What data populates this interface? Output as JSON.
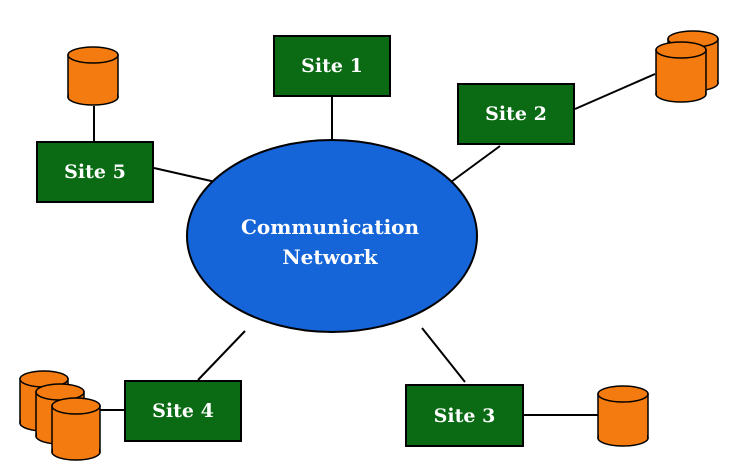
{
  "network": {
    "line1": "Communication",
    "line2": "Network"
  },
  "sites": {
    "site1": "Site 1",
    "site2": "Site 2",
    "site3": "Site 3",
    "site4": "Site 4",
    "site5": "Site 5"
  },
  "colors": {
    "site_fill": "#0a6b14",
    "network_fill": "#1565d8",
    "database_fill": "#f47b0f",
    "outline": "#000000",
    "label_text": "#ffffff"
  },
  "icons": {
    "database": "database-cylinder-icon"
  }
}
